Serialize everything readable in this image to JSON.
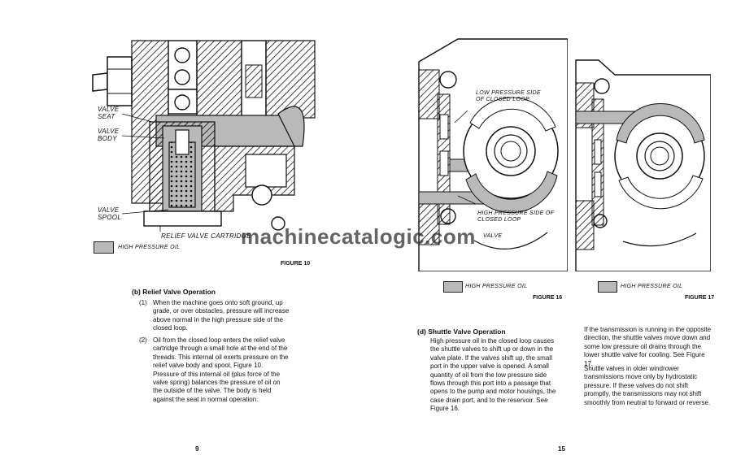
{
  "left_page": {
    "figure": {
      "labels": {
        "valve_seat": "VALVE SEAT",
        "valve_body": "VALVE BODY",
        "valve_spool": "VALVE SPOOL",
        "cartridge": "RELIEF VALVE CARTRIDGE"
      },
      "legend": "HIGH PRESSURE OIL",
      "caption": "FIGURE 10"
    },
    "heading": "(b) Relief Valve Operation",
    "items": [
      {
        "num": "(1)",
        "text": "When the machine goes onto soft ground, up grade, or over obstacles, pressure will increase above normal in the high pressure side of the closed loop."
      },
      {
        "num": "(2)",
        "text": "Oil from the closed loop enters the relief valve cartridge through a small hole at the end of the threads. This internal oil exerts pressure on the relief valve body and spool, Figure 10. Pressure of this internal oil (plus force of the valve spring) balances the pressure of oil on the outside of the valve. The body is held against the seat in normal operation."
      }
    ],
    "page_number": "9"
  },
  "right_page": {
    "figure16": {
      "labels": {
        "low_pressure": "LOW PRESSURE SIDE OF CLOSED LOOP",
        "high_pressure": "HIGH PRESSURE SIDE OF CLOSED LOOP",
        "valve": "VALVE"
      },
      "legend": "HIGH PRESSURE OIL",
      "caption": "FIGURE 16"
    },
    "figure17": {
      "legend": "HIGH PRESSURE OIL",
      "caption": "FIGURE 17"
    },
    "heading": "(d) Shuttle Valve Operation",
    "para1": "High pressure oil in the closed loop causes the shuttle valves to shift up or down in the valve plate. If the valves shift up, the small port in the upper valve is opened. A small quantity of oil from the low pressure side flows through this port into a passage that opens to the pump and motor housings, the case drain port, and to the reservoir. See Figure 16.",
    "para2": "If the transmission is running in the opposite direction, the shuttle valves move down and some low pressure oil drains through the lower shuttle valve for cooling. See Figure 17.",
    "para3": "Shuttle valves in older windrower transmissions move only by hydrostatic pressure. If these valves do not shift promptly, the transmissions may not shift smoothly from neutral to forward or reverse.",
    "page_number": "15"
  },
  "watermark": "machinecatalogic.com"
}
